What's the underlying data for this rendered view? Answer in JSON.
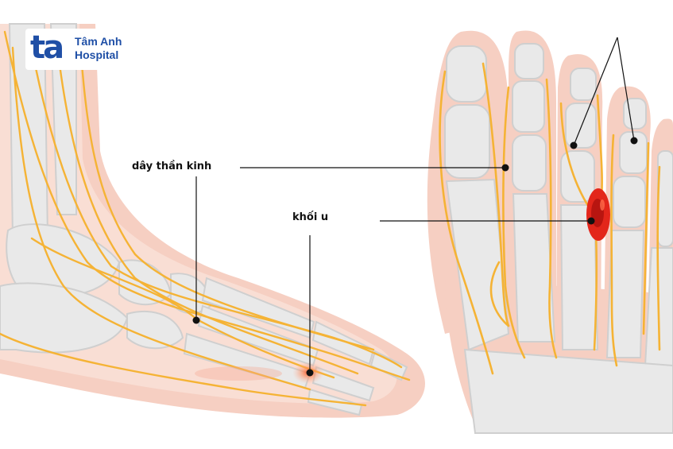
{
  "logo": {
    "mark": "ta",
    "line1": "Tâm Anh",
    "line2": "Hospital"
  },
  "labels": {
    "nerve": "dây thần kinh",
    "tumor": "khối u"
  },
  "colors": {
    "brand": "#1f4fa6",
    "nerve": "#f5b335",
    "tumor": "#e3261b",
    "skin": "#f6cfc2",
    "bone": "#e9e9e9"
  }
}
